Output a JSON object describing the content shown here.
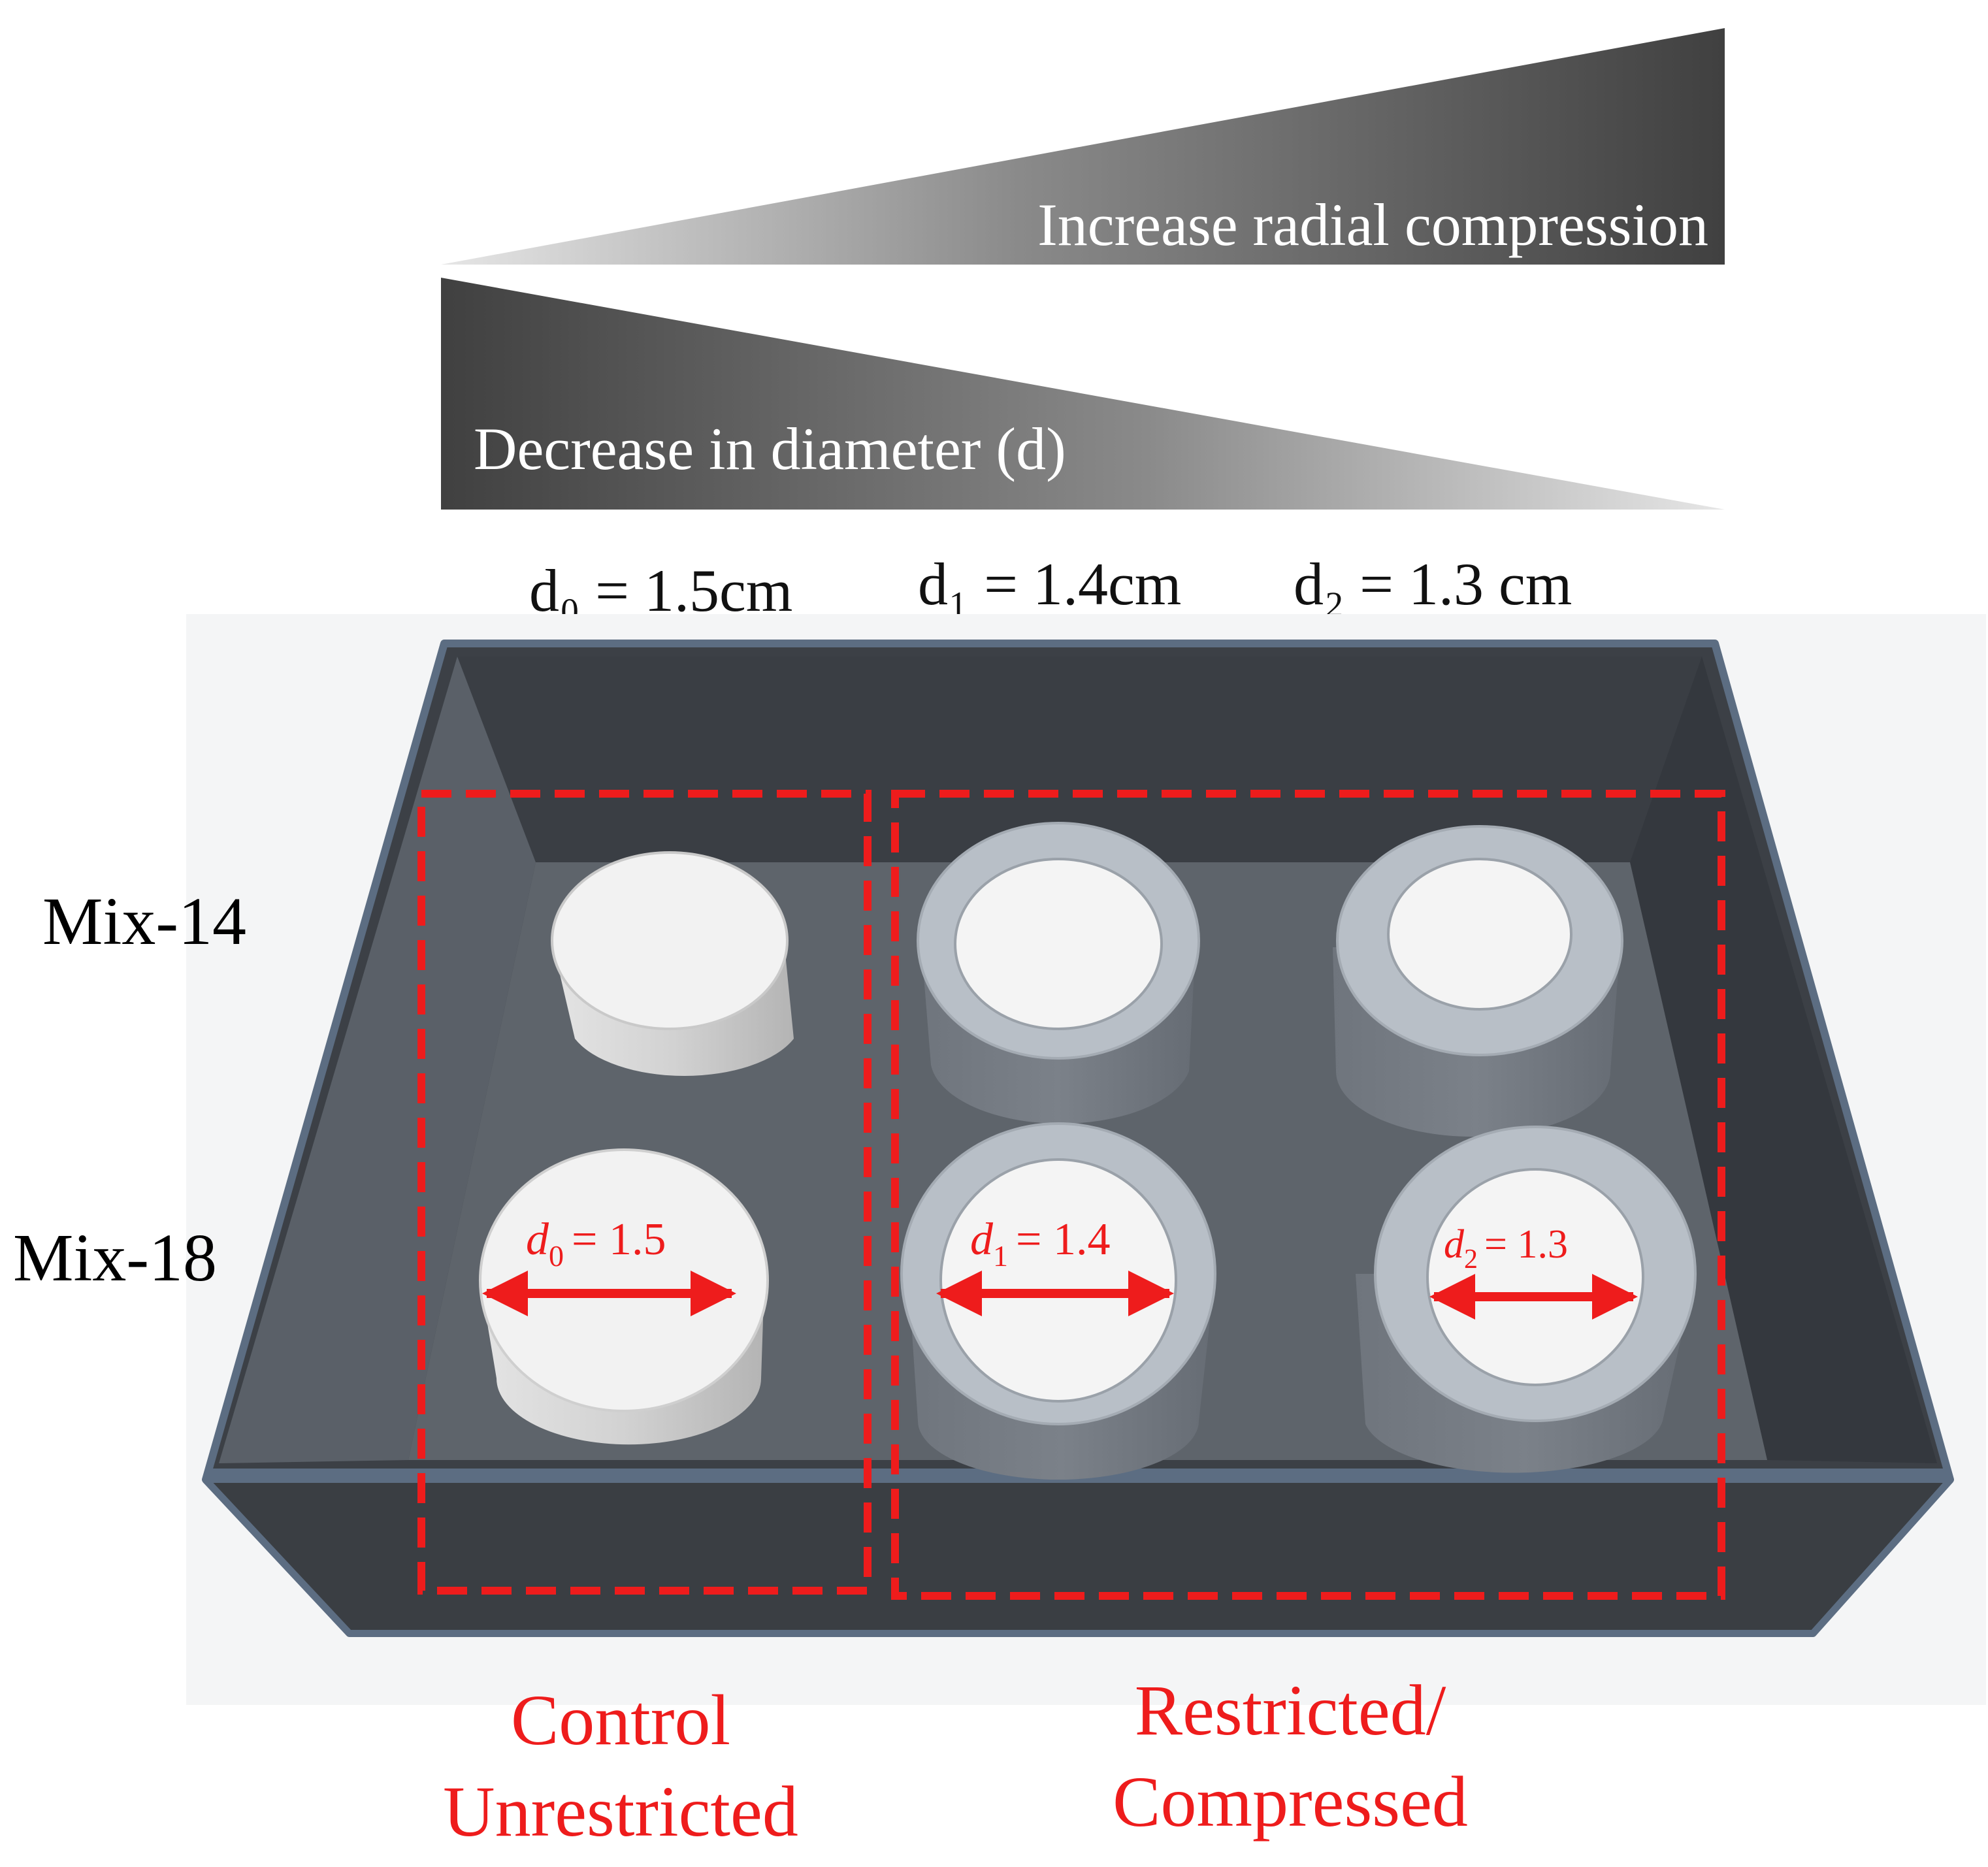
{
  "wedges": {
    "increase_label": "Increase radial compression",
    "decrease_label": "Decrease in diameter (d)"
  },
  "columns": {
    "d0": {
      "symbol": "d₀",
      "expr": "= 1.5cm"
    },
    "d1": {
      "symbol": "d₁",
      "expr": "= 1.4cm"
    },
    "d2": {
      "symbol": "d₂",
      "expr": "= 1.3 cm"
    }
  },
  "rows": {
    "mix14": "Mix-14",
    "mix18": "Mix-18"
  },
  "measurements": {
    "m0": {
      "var": "d",
      "sub": "0",
      "value": "= 1.5"
    },
    "m1": {
      "var": "d",
      "sub": "1",
      "value": "= 1.4"
    },
    "m2": {
      "var": "d",
      "sub": "2",
      "value": "= 1.3"
    }
  },
  "groups": {
    "control_line1": "Control",
    "control_line2": "Unrestricted",
    "restricted_line1": "Restricted/",
    "restricted_line2": "Compressed"
  },
  "colors": {
    "accent_red": "#ee1c1c",
    "tray_dark": "#3c4046",
    "tray_floor": "#5e646b",
    "tray_edge": "#5c6d82",
    "sample_white": "#f2f2f2",
    "ring_grey": "#b8bfc7"
  }
}
